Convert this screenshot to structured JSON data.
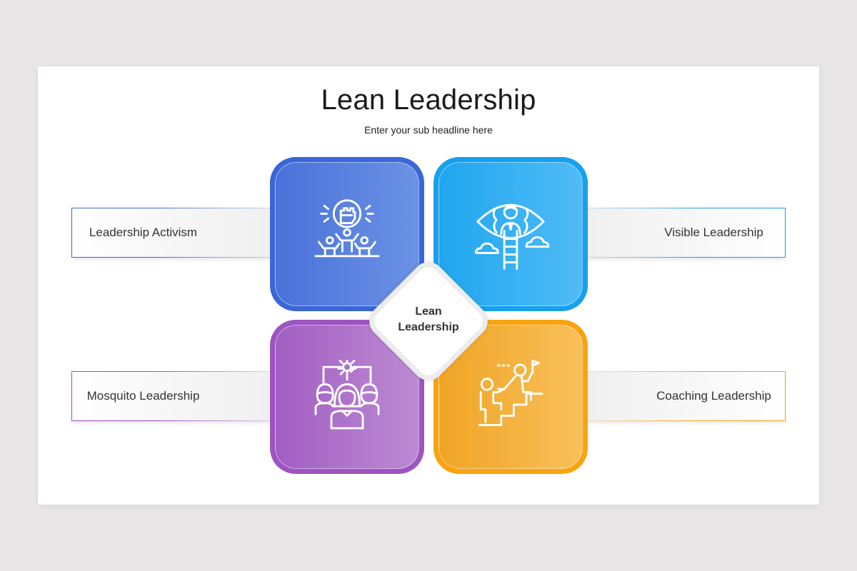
{
  "slide": {
    "title": "Lean Leadership",
    "subtitle": "Enter your sub headline here"
  },
  "center": {
    "line1": "Lean",
    "line2": "Leadership"
  },
  "items": [
    {
      "label": "Leadership Activism",
      "color": "#3e6ad8",
      "icon": "raised-fist-crowd-icon"
    },
    {
      "label": "Visible Leadership",
      "color": "#1e9be8",
      "icon": "eye-ladder-person-icon"
    },
    {
      "label": "Mosquito Leadership",
      "color": "#9a4fc0",
      "icon": "mosquito-team-icon"
    },
    {
      "label": "Coaching Leadership",
      "color": "#f0a418",
      "icon": "stairs-helping-hand-icon"
    }
  ]
}
